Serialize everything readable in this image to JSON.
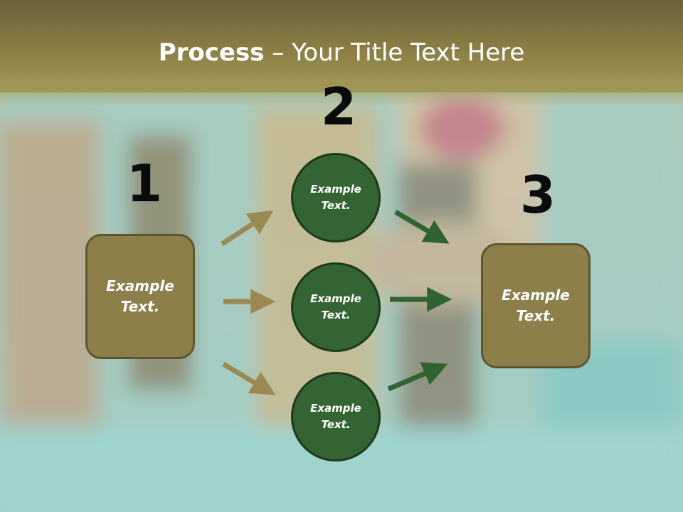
{
  "title": {
    "bold": "Process",
    "rest": " – Your Title Text Here"
  },
  "steps": {
    "n1": "1",
    "n2": "2",
    "n3": "3"
  },
  "left_box": {
    "text": "Example\nText."
  },
  "right_box": {
    "text": "Example\nText."
  },
  "circles": [
    {
      "text": "Example\nText."
    },
    {
      "text": "Example\nText."
    },
    {
      "text": "Example\nText."
    }
  ],
  "colors": {
    "gold": "#8d7f4a",
    "green": "#346434",
    "arrow_gold": "#9a8a52",
    "arrow_green": "#2f6332"
  }
}
